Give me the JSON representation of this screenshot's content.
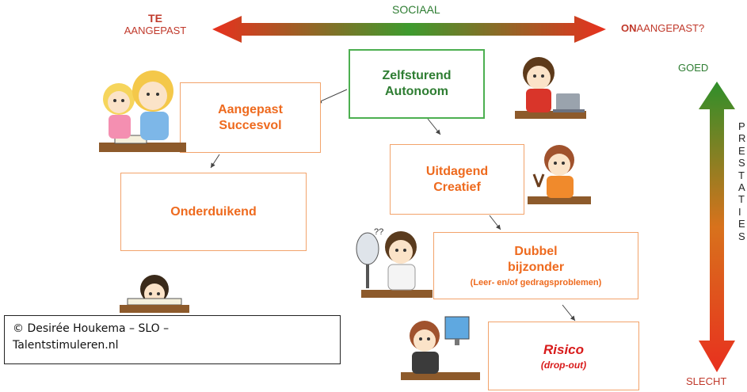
{
  "top_arrow": {
    "center_label": "SOCIAAL",
    "left_label_line1": "TE",
    "left_label_line2": "AANGEPAST",
    "right_label_bold": "ON",
    "right_label_rest": "AANGEPAST?"
  },
  "right_arrow": {
    "top_label": "GOED",
    "bottom_label": "SLECHT",
    "side_word": [
      "P",
      "R",
      "E",
      "S",
      "T",
      "A",
      "T",
      "I",
      "E",
      "S"
    ]
  },
  "boxes": {
    "zelfsturend": {
      "line1": "Zelfsturend",
      "line2": "Autonoom"
    },
    "aangepast": {
      "line1": "Aangepast",
      "line2": "Succesvol"
    },
    "onderduikend": {
      "line1": "Onderduikend"
    },
    "uitdagend": {
      "line1": "Uitdagend",
      "line2": "Creatief"
    },
    "dubbel": {
      "line1": "Dubbel",
      "line2": "bijzonder",
      "sub": "(Leer- en/of gedragsproblemen)"
    },
    "risico": {
      "line1": "Risico",
      "sub": "(drop-out)"
    }
  },
  "bubble_text": "??",
  "copyright": {
    "line1": "© Desirée Houkema – SLO –",
    "line2": "Talentstimuleren.nl"
  },
  "colors": {
    "arrow_red": "#e8301e",
    "arrow_green": "#3e9b2e",
    "box_orange": "#f2a36b",
    "box_green": "#4caf50",
    "label_red": "#c0392b"
  }
}
